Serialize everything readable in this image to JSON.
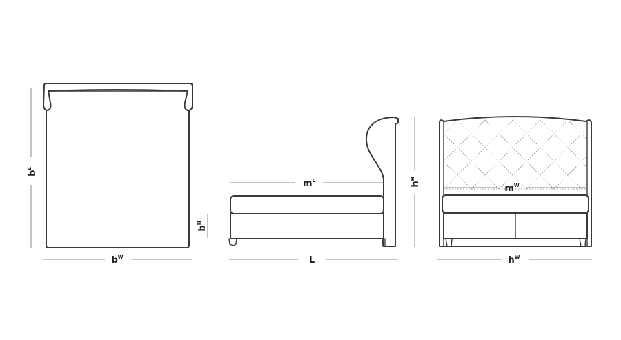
{
  "labels": {
    "top_depth": {
      "main": "b",
      "sup": "L"
    },
    "top_width": {
      "main": "b",
      "sup": "W"
    },
    "side_base_height": {
      "main": "b",
      "sup": "H"
    },
    "side_mattress_length": {
      "main": "m",
      "sup": "L"
    },
    "side_length": {
      "main": "L",
      "sup": ""
    },
    "front_height": {
      "main": "h",
      "sup": "H"
    },
    "front_mattress_width": {
      "main": "m",
      "sup": "W"
    },
    "front_width": {
      "main": "h",
      "sup": "W"
    }
  },
  "colors": {
    "line": "#3a3a3a",
    "dimension": "#8a8a8a",
    "quilting": "#9a9a9a"
  }
}
